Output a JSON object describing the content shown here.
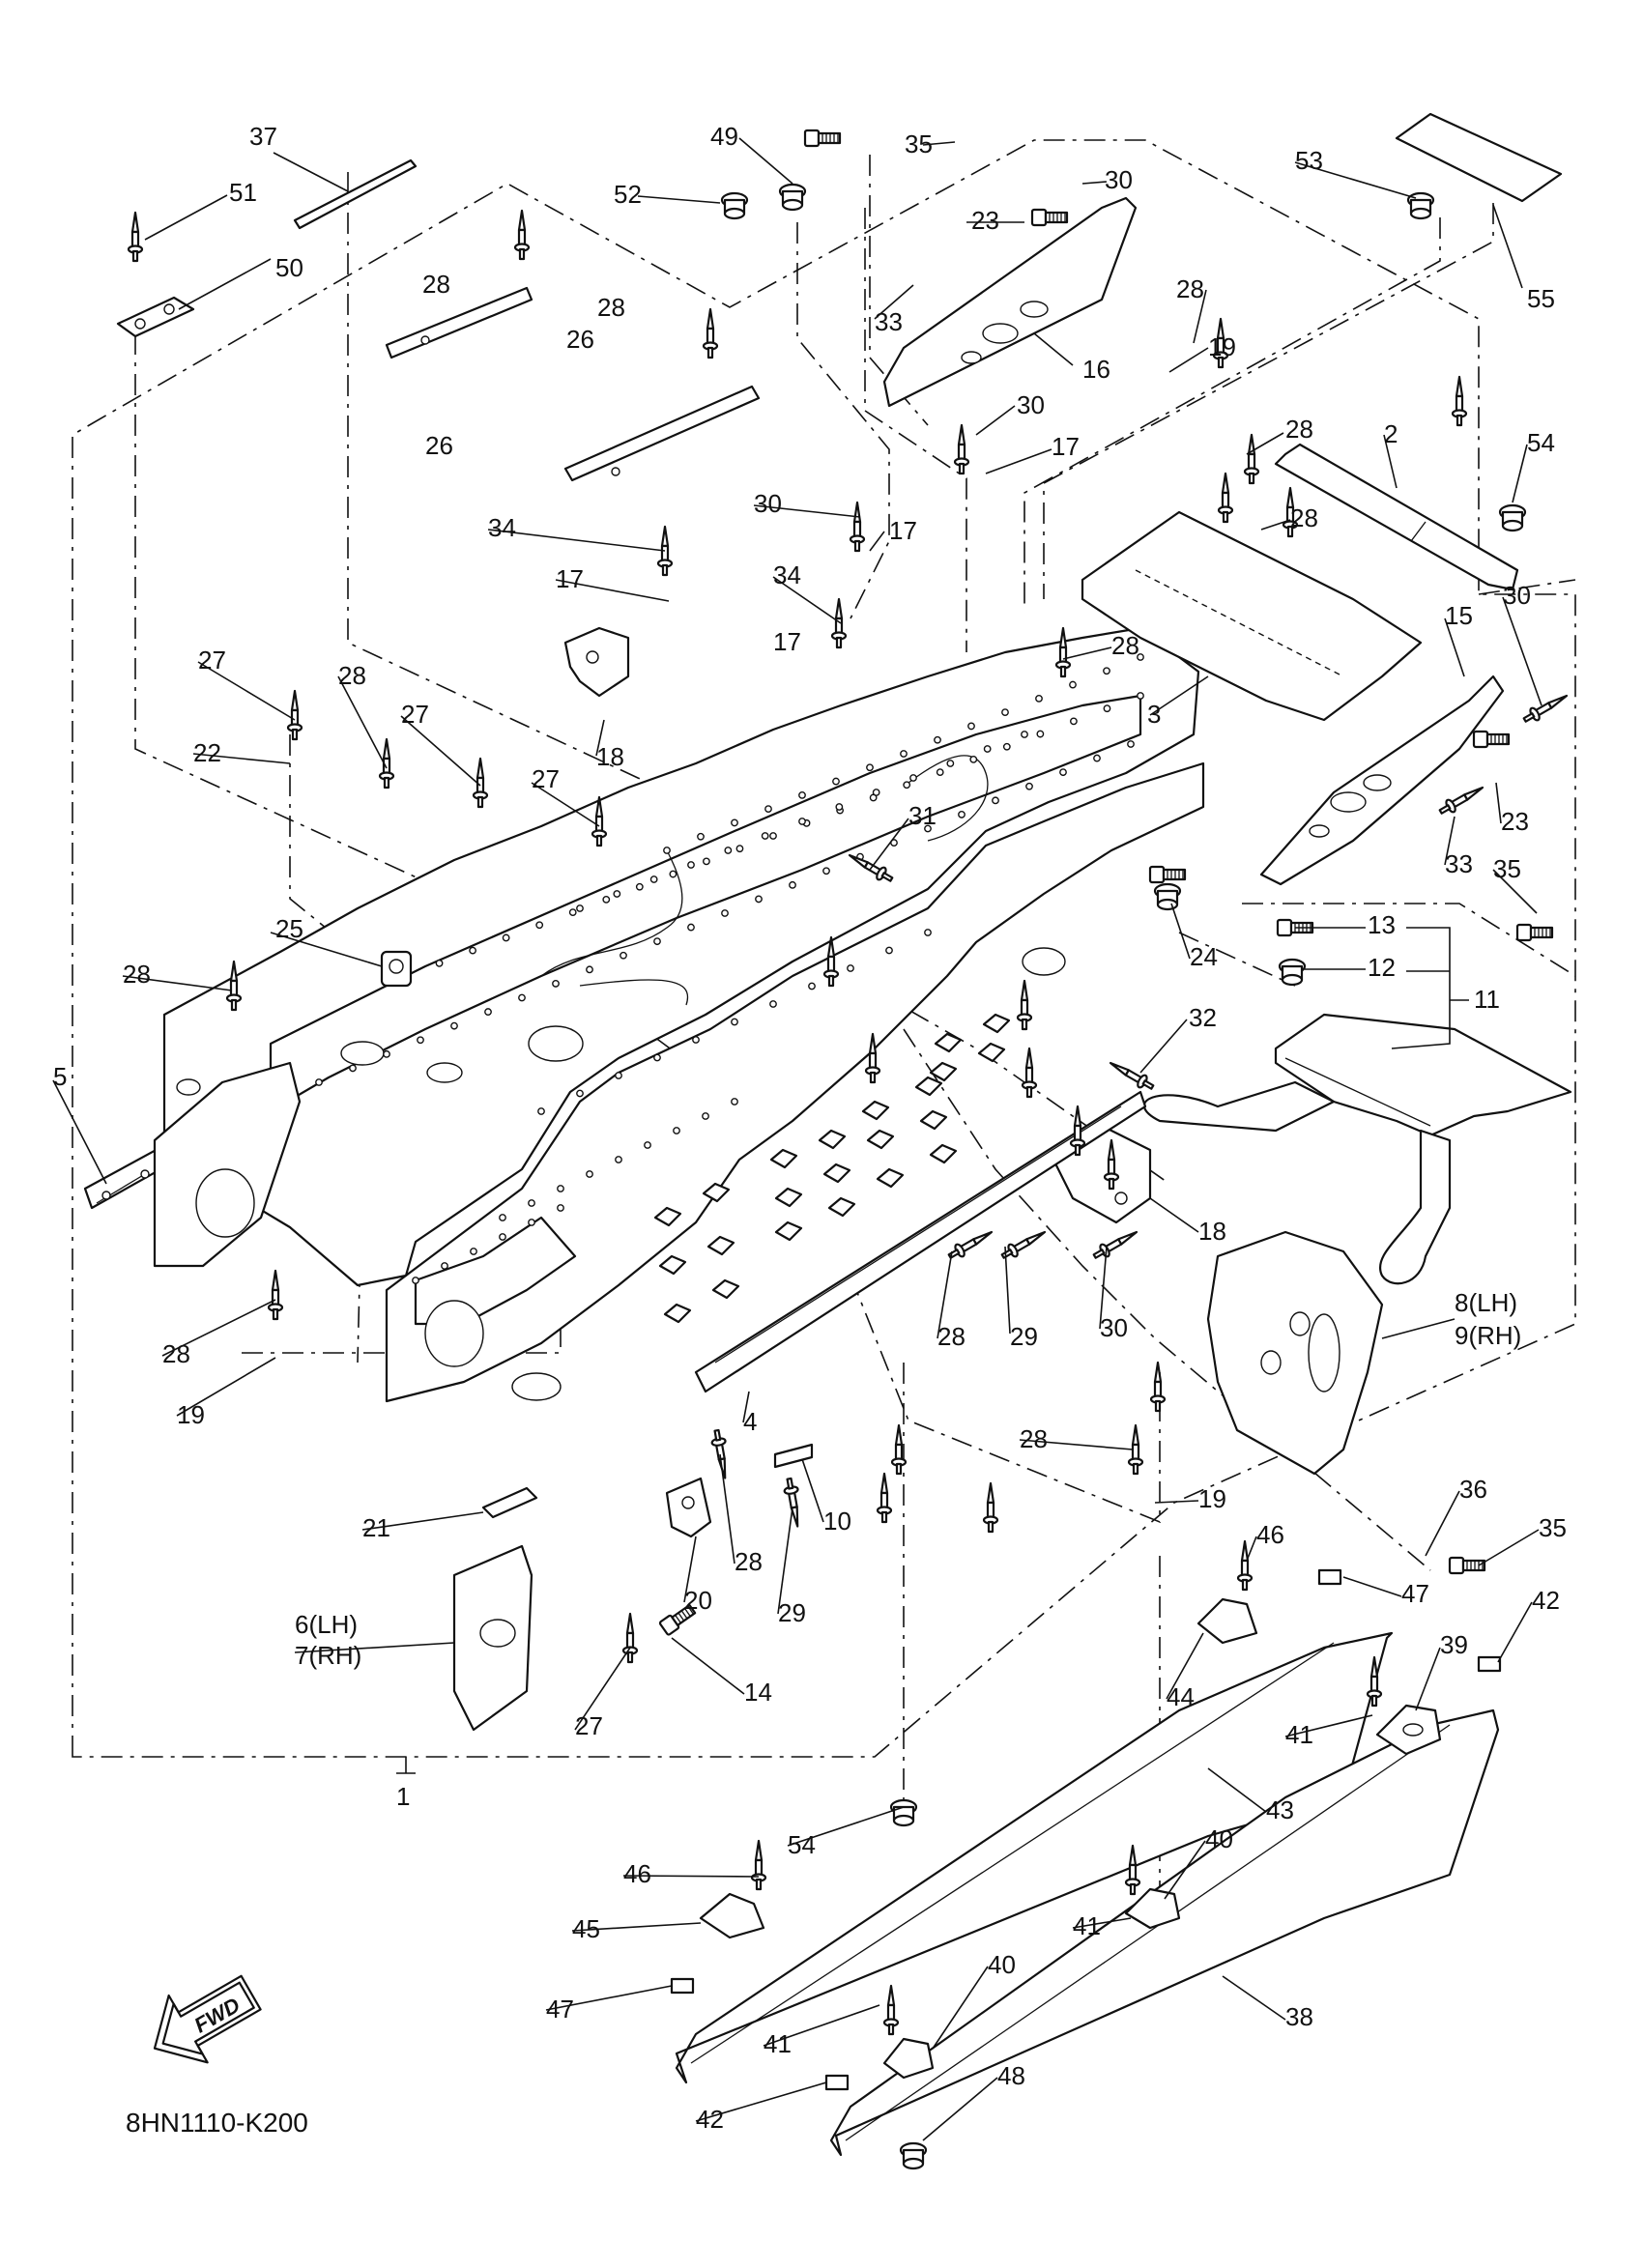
{
  "diagram_code": "8HN1110-K200",
  "fwd_label": "FWD",
  "callouts": [
    {
      "key": "c1",
      "text": "1"
    },
    {
      "key": "c2",
      "text": "2"
    },
    {
      "key": "c3",
      "text": "3"
    },
    {
      "key": "c4",
      "text": "4"
    },
    {
      "key": "c5",
      "text": "5"
    },
    {
      "key": "c6_7a",
      "text": "6(LH)"
    },
    {
      "key": "c6_7b",
      "text": "7(RH)"
    },
    {
      "key": "c8_9a",
      "text": "8(LH)"
    },
    {
      "key": "c8_9b",
      "text": "9(RH)"
    },
    {
      "key": "c10",
      "text": "10"
    },
    {
      "key": "c11",
      "text": "11"
    },
    {
      "key": "c12",
      "text": "12"
    },
    {
      "key": "c13",
      "text": "13"
    },
    {
      "key": "c14",
      "text": "14"
    },
    {
      "key": "c15",
      "text": "15"
    },
    {
      "key": "c16",
      "text": "16"
    },
    {
      "key": "c17a",
      "text": "17"
    },
    {
      "key": "c17b",
      "text": "17"
    },
    {
      "key": "c17c",
      "text": "17"
    },
    {
      "key": "c17d",
      "text": "17"
    },
    {
      "key": "c18a",
      "text": "18"
    },
    {
      "key": "c18b",
      "text": "18"
    },
    {
      "key": "c19a",
      "text": "19"
    },
    {
      "key": "c19b",
      "text": "19"
    },
    {
      "key": "c19c",
      "text": "19"
    },
    {
      "key": "c20",
      "text": "20"
    },
    {
      "key": "c21",
      "text": "21"
    },
    {
      "key": "c22",
      "text": "22"
    },
    {
      "key": "c23a",
      "text": "23"
    },
    {
      "key": "c23b",
      "text": "23"
    },
    {
      "key": "c24",
      "text": "24"
    },
    {
      "key": "c25",
      "text": "25"
    },
    {
      "key": "c26a",
      "text": "26"
    },
    {
      "key": "c26b",
      "text": "26"
    },
    {
      "key": "c27a",
      "text": "27"
    },
    {
      "key": "c27b",
      "text": "27"
    },
    {
      "key": "c27c",
      "text": "27"
    },
    {
      "key": "c27d",
      "text": "27"
    },
    {
      "key": "c28a",
      "text": "28"
    },
    {
      "key": "c28b",
      "text": "28"
    },
    {
      "key": "c28c",
      "text": "28"
    },
    {
      "key": "c28d",
      "text": "28"
    },
    {
      "key": "c28e",
      "text": "28"
    },
    {
      "key": "c28f",
      "text": "28"
    },
    {
      "key": "c28g",
      "text": "28"
    },
    {
      "key": "c28h",
      "text": "28"
    },
    {
      "key": "c28i",
      "text": "28"
    },
    {
      "key": "c28j",
      "text": "28"
    },
    {
      "key": "c28k",
      "text": "28"
    },
    {
      "key": "c28l",
      "text": "28"
    },
    {
      "key": "c29a",
      "text": "29"
    },
    {
      "key": "c29b",
      "text": "29"
    },
    {
      "key": "c30a",
      "text": "30"
    },
    {
      "key": "c30b",
      "text": "30"
    },
    {
      "key": "c30c",
      "text": "30"
    },
    {
      "key": "c30d",
      "text": "30"
    },
    {
      "key": "c30e",
      "text": "30"
    },
    {
      "key": "c31",
      "text": "31"
    },
    {
      "key": "c32",
      "text": "32"
    },
    {
      "key": "c33a",
      "text": "33"
    },
    {
      "key": "c33b",
      "text": "33"
    },
    {
      "key": "c34a",
      "text": "34"
    },
    {
      "key": "c34b",
      "text": "34"
    },
    {
      "key": "c35a",
      "text": "35"
    },
    {
      "key": "c35b",
      "text": "35"
    },
    {
      "key": "c35c",
      "text": "35"
    },
    {
      "key": "c36",
      "text": "36"
    },
    {
      "key": "c37",
      "text": "37"
    },
    {
      "key": "c38",
      "text": "38"
    },
    {
      "key": "c39",
      "text": "39"
    },
    {
      "key": "c40a",
      "text": "40"
    },
    {
      "key": "c40b",
      "text": "40"
    },
    {
      "key": "c41a",
      "text": "41"
    },
    {
      "key": "c41b",
      "text": "41"
    },
    {
      "key": "c41c",
      "text": "41"
    },
    {
      "key": "c42a",
      "text": "42"
    },
    {
      "key": "c42b",
      "text": "42"
    },
    {
      "key": "c43",
      "text": "43"
    },
    {
      "key": "c44",
      "text": "44"
    },
    {
      "key": "c45",
      "text": "45"
    },
    {
      "key": "c46a",
      "text": "46"
    },
    {
      "key": "c46b",
      "text": "46"
    },
    {
      "key": "c47a",
      "text": "47"
    },
    {
      "key": "c47b",
      "text": "47"
    },
    {
      "key": "c48",
      "text": "48"
    },
    {
      "key": "c49",
      "text": "49"
    },
    {
      "key": "c50",
      "text": "50"
    },
    {
      "key": "c51",
      "text": "51"
    },
    {
      "key": "c52",
      "text": "52"
    },
    {
      "key": "c53",
      "text": "53"
    },
    {
      "key": "c54a",
      "text": "54"
    },
    {
      "key": "c54b",
      "text": "54"
    },
    {
      "key": "c55",
      "text": "55"
    }
  ],
  "icons": {
    "fwd_arrow": "fwd-arrow-icon",
    "rivet": "rivet-icon",
    "bolt": "bolt-icon"
  },
  "colors": {
    "ink": "#111111",
    "paper": "#ffffff"
  }
}
